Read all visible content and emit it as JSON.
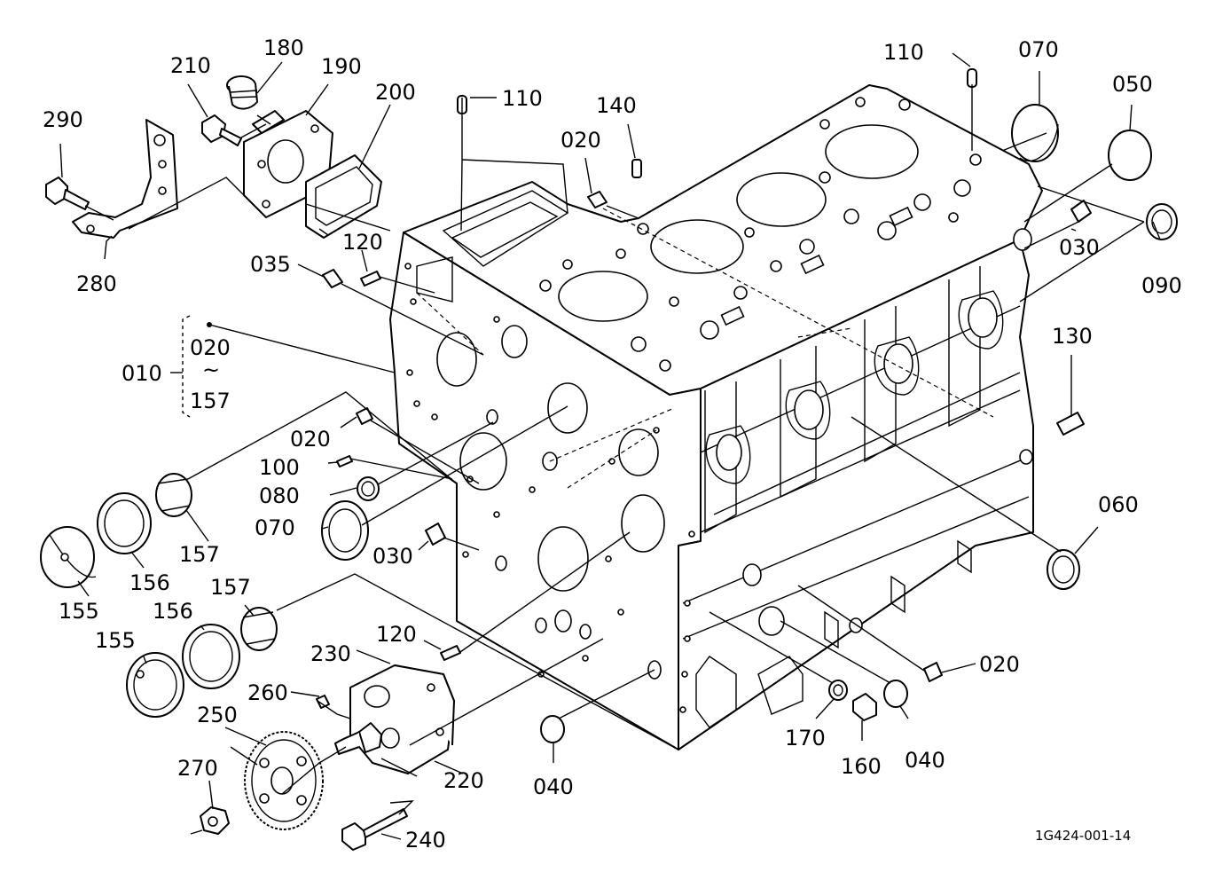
{
  "labels": {
    "p010": "010",
    "p020_range_top": "020",
    "tilde": "~",
    "p157_range_bottom": "157",
    "p020_a": "020",
    "p020_b": "020",
    "p020_c": "020",
    "p030_a": "030",
    "p030_b": "030",
    "p035": "035",
    "p040_a": "040",
    "p040_b": "040",
    "p050": "050",
    "p060": "060",
    "p070_a": "070",
    "p070_b": "070",
    "p080": "080",
    "p090": "090",
    "p100": "100",
    "p110_a": "110",
    "p110_b": "110",
    "p120_a": "120",
    "p120_b": "120",
    "p130": "130",
    "p140": "140",
    "p155_a": "155",
    "p155_b": "155",
    "p156_a": "156",
    "p156_b": "156",
    "p157_a": "157",
    "p157_b": "157",
    "p160": "160",
    "p170": "170",
    "p180": "180",
    "p190": "190",
    "p200": "200",
    "p210": "210",
    "p220": "220",
    "p230": "230",
    "p240": "240",
    "p250": "250",
    "p260": "260",
    "p270": "270",
    "p280": "280",
    "p290": "290"
  },
  "figure_code": "1G424-001-14"
}
